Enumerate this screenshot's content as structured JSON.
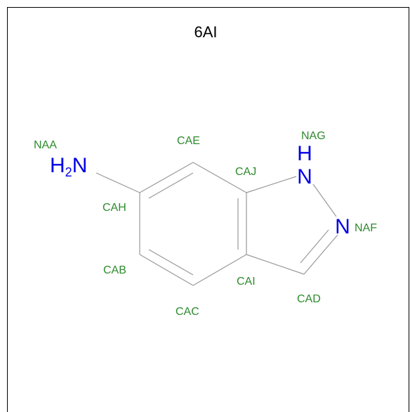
{
  "title": "6AI",
  "colors": {
    "bond": "#9a9a9a",
    "label": "#2e8b2e",
    "heteroatom": "#0000e6",
    "title": "#000000",
    "frame": "#000000"
  },
  "atoms": {
    "naa": {
      "name": "NAA",
      "symbol": "H2N",
      "symbol_main": "H",
      "symbol_sub": "2",
      "symbol_tail": "N"
    },
    "nag": {
      "name": "NAG",
      "symbol": "N",
      "hydrogen": "H"
    },
    "naf": {
      "name": "NAF",
      "symbol": "N"
    },
    "cae": {
      "name": "CAE"
    },
    "caj": {
      "name": "CAJ"
    },
    "cah": {
      "name": "CAH"
    },
    "cab": {
      "name": "CAB"
    },
    "cac": {
      "name": "CAC"
    },
    "cai": {
      "name": "CAI"
    },
    "cad": {
      "name": "CAD"
    }
  }
}
